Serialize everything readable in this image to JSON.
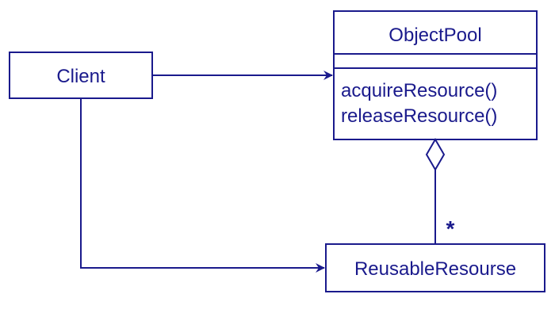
{
  "diagram": {
    "classes": {
      "client": {
        "name": "Client"
      },
      "object_pool": {
        "name": "ObjectPool",
        "methods": [
          "acquireResource()",
          "releaseResource()"
        ]
      },
      "reusable": {
        "name": "ReusableResourse"
      }
    },
    "relations": {
      "aggregation_multiplicity": "*"
    },
    "colors": {
      "ink": "#1a1a8c",
      "background": "#ffffff"
    }
  }
}
